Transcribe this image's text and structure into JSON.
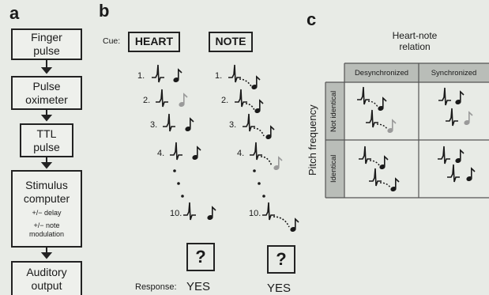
{
  "panels": {
    "a": "a",
    "b": "b",
    "c": "c"
  },
  "flowchart": {
    "boxes": [
      {
        "line1": "Finger",
        "line2": "pulse"
      },
      {
        "line1": "Pulse",
        "line2": "oximeter"
      },
      {
        "line1": "TTL",
        "line2": "pulse"
      },
      {
        "line1": "Stimulus",
        "line2": "computer",
        "note1": "+/− delay",
        "note2": "+/− note",
        "note3": "modulation"
      },
      {
        "line1": "Auditory",
        "line2": "output"
      }
    ]
  },
  "task": {
    "cue_label": "Cue:",
    "cue_heart": "HEART",
    "cue_note": "NOTE",
    "trial_numbers": [
      "1.",
      "2.",
      "3.",
      "4.",
      "10."
    ],
    "question": "?",
    "response_label": "Response:",
    "response_heart": "YES",
    "response_note": "YES"
  },
  "matrix": {
    "title_line1": "Heart-note",
    "title_line2": "relation",
    "col_desync": "Desynchronized",
    "col_sync": "Synchronized",
    "row_axis": "Pitch frequency",
    "row_not_identical": "Not identical",
    "row_identical": "Identical"
  },
  "colors": {
    "grid_header": "#b9bdb8",
    "light_note": "#9a9a9a",
    "ink": "#1a1a1a"
  }
}
